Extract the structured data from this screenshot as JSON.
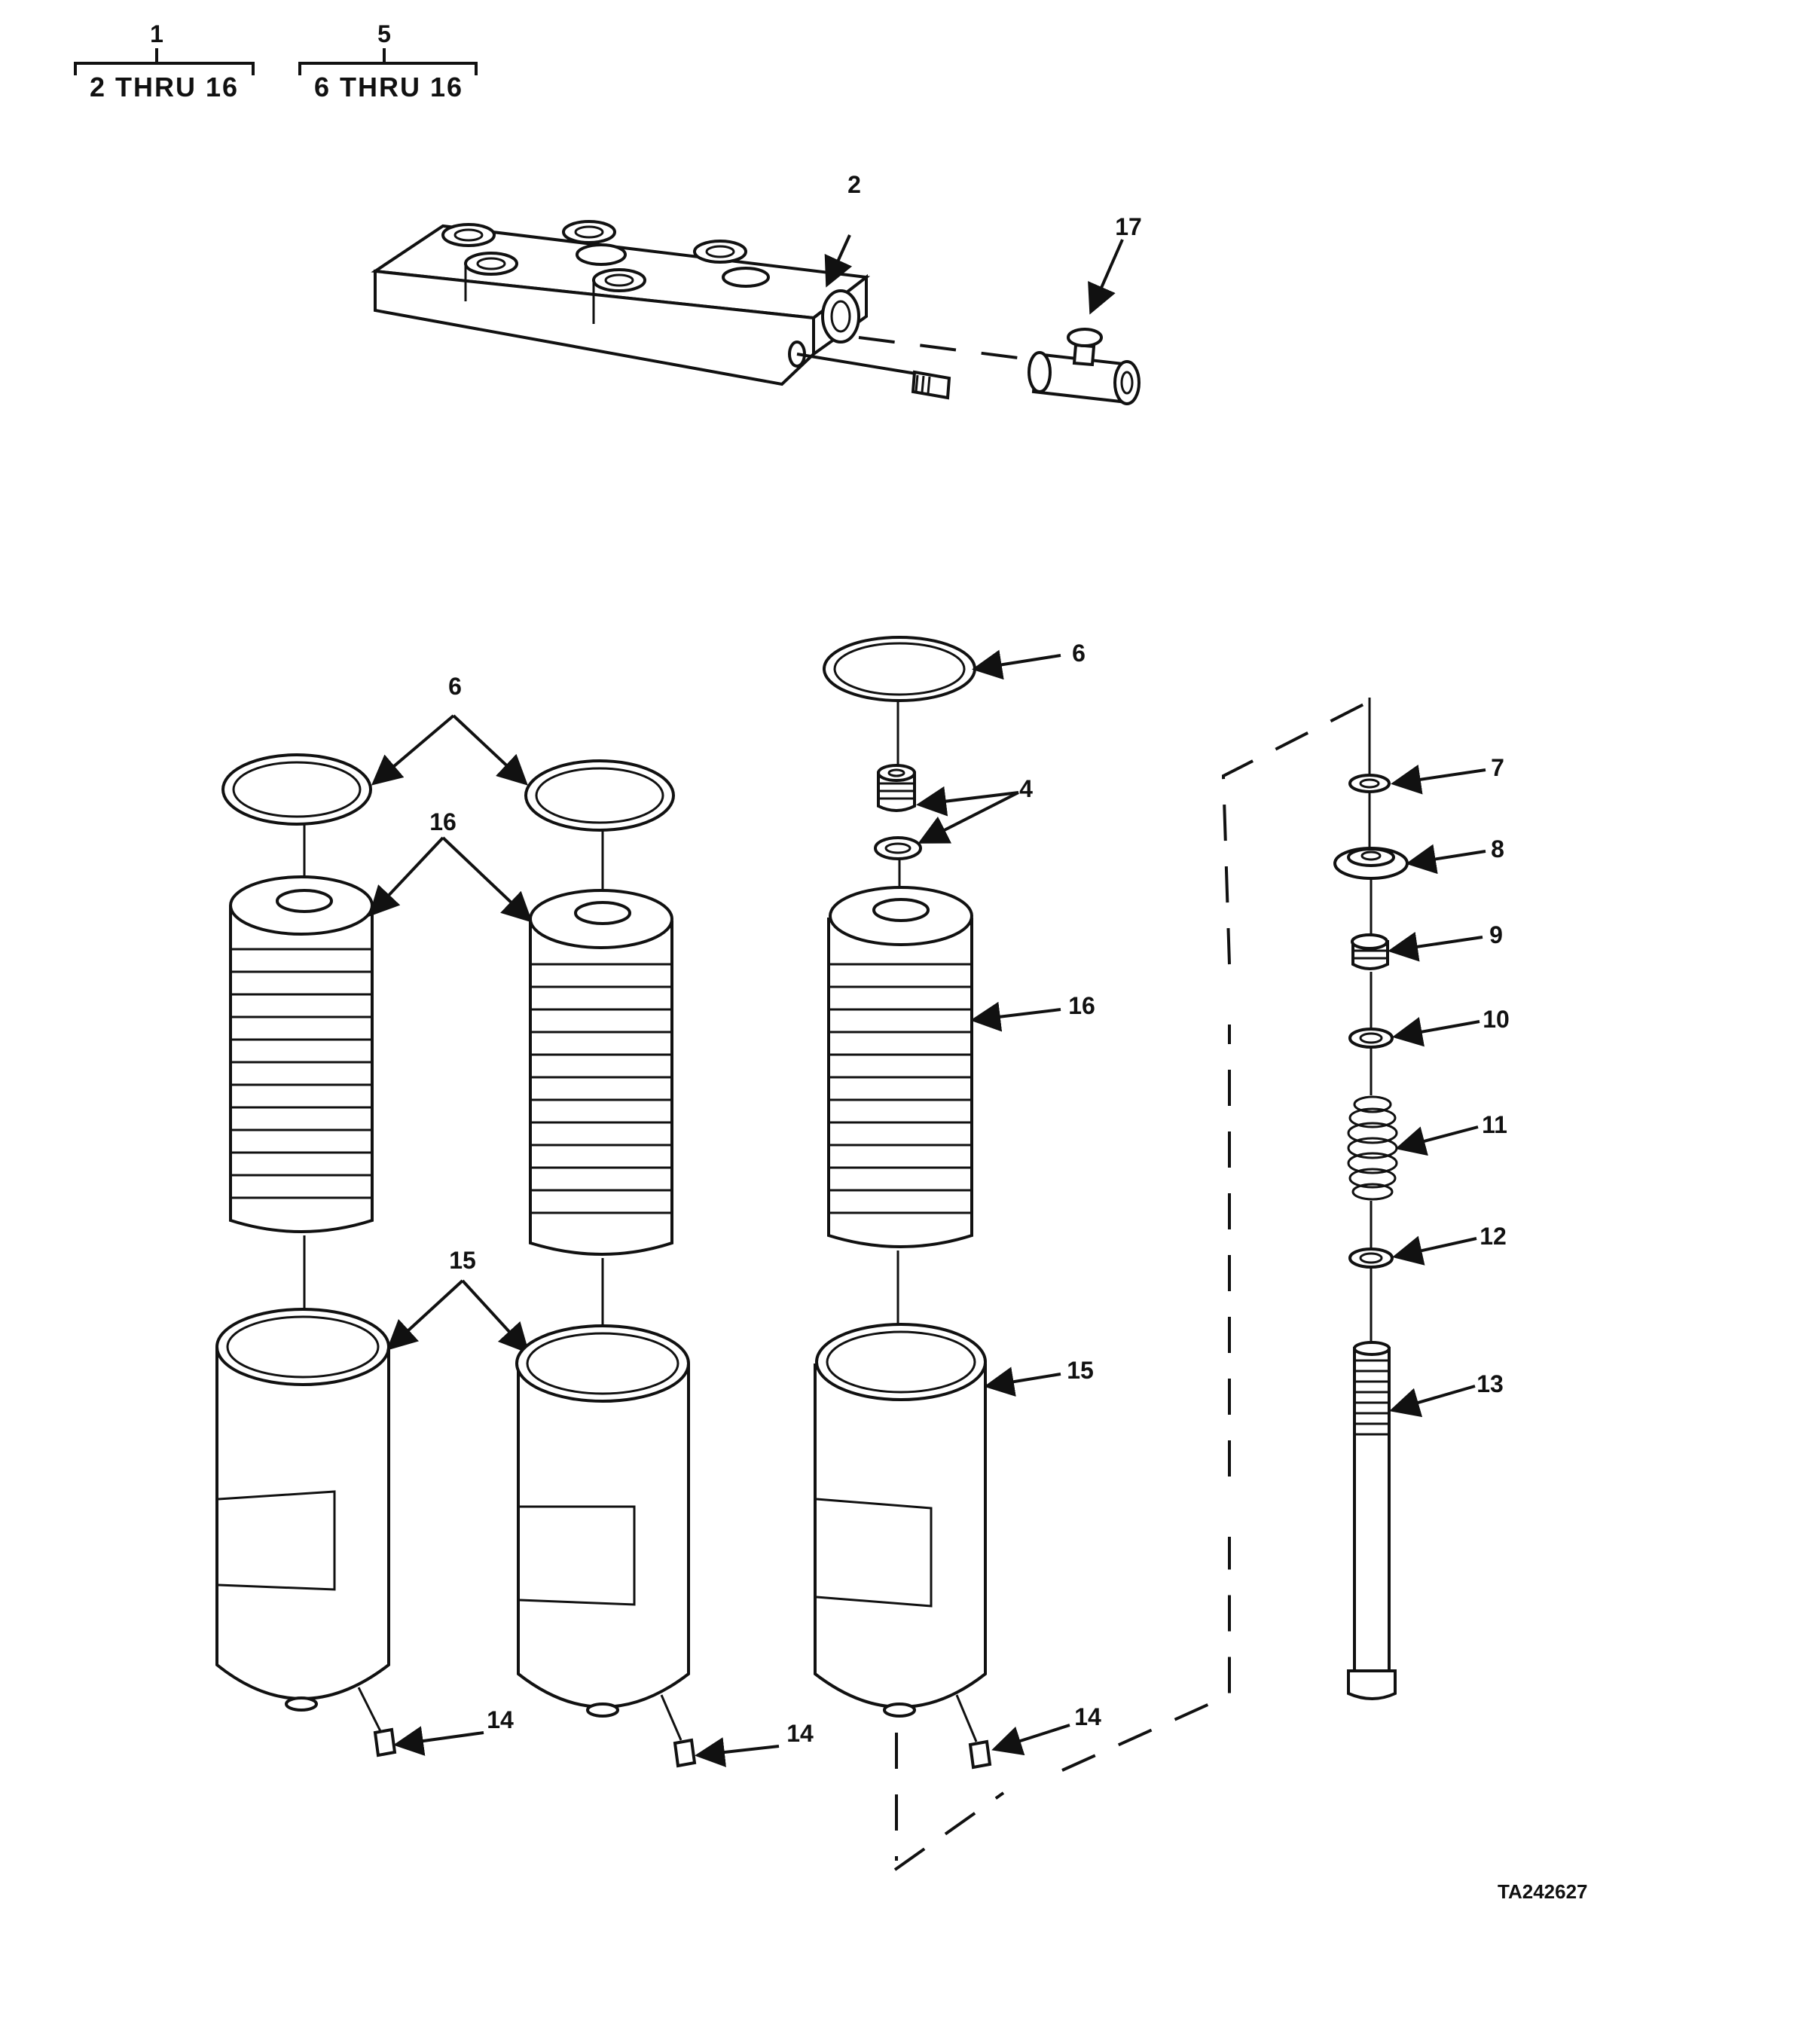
{
  "header": {
    "group_a_number": "1",
    "group_a_range": "2 THRU 16",
    "group_b_number": "5",
    "group_b_range": "6 THRU 16"
  },
  "callouts": {
    "c2": "2",
    "c17": "17",
    "c6_left": "6",
    "c6_right": "6",
    "c4": "4",
    "c16_left": "16",
    "c16_right": "16",
    "c15_left": "15",
    "c15_right": "15",
    "c14_a": "14",
    "c14_b": "14",
    "c14_c": "14",
    "c7": "7",
    "c8": "8",
    "c9": "9",
    "c10": "10",
    "c11": "11",
    "c12": "12",
    "c13": "13"
  },
  "figure_id": "TA242627"
}
